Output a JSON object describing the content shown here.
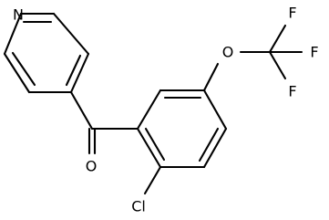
{
  "molecule": {
    "atoms": {
      "n_label": "N",
      "o_carbonyl_label": "O",
      "o_ether_label": "O",
      "cl_label": "Cl",
      "f1_label": "F",
      "f2_label": "F",
      "f3_label": "F"
    },
    "colors": {
      "bond": "#000000",
      "text": "#000000",
      "background": "#ffffff"
    }
  }
}
